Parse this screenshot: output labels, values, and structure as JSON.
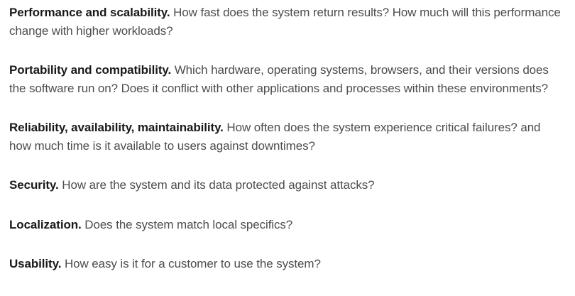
{
  "page": {
    "background_color": "#ffffff",
    "body_text_color": "#4d4d4d",
    "term_text_color": "#1a1a1a"
  },
  "paragraphs": [
    {
      "term": "Performance and scalability.",
      "description": "How fast does the system return results? How much will this performance change with higher workloads?"
    },
    {
      "term": "Portability and compatibility.",
      "description": "Which hardware, operating systems, browsers, and their versions does the software run on? Does it conflict with other applications and processes within these environments?"
    },
    {
      "term": "Reliability, availability, maintainability.",
      "description": "How often does the system experience critical failures? and how much time is it available to users against downtimes?"
    },
    {
      "term": "Security.",
      "description": "How are the system and its data protected against attacks?"
    },
    {
      "term": "Localization.",
      "description": "Does the system match local specifics?"
    },
    {
      "term": "Usability.",
      "description": "How easy is it for a customer to use the system?"
    }
  ]
}
